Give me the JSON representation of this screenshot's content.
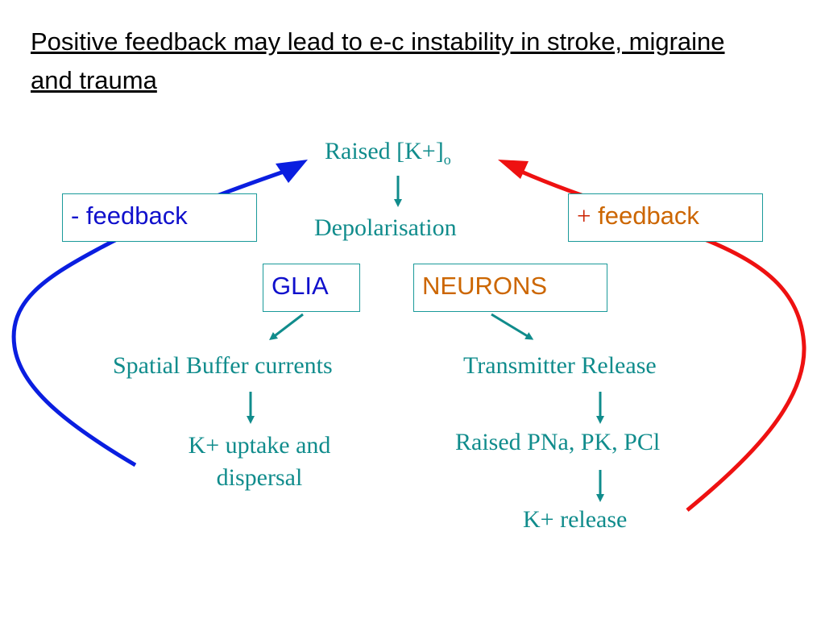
{
  "title": "Positive feedback may lead to e-c instability in stroke, migraine and trauma",
  "nodes": {
    "raised_k": "Raised [K+]",
    "raised_k_sub": "o",
    "depolarisation": "Depolarisation",
    "glia": "GLIA",
    "neurons": "NEURONS",
    "spatial_buffer": "Spatial Buffer currents",
    "k_uptake_line1": "K+ uptake and",
    "k_uptake_line2": "dispersal",
    "transmitter_release": "Transmitter Release",
    "raised_pna": "Raised PNa, PK, PCl",
    "k_release": "K+ release"
  },
  "feedback": {
    "negative": "- feedback",
    "positive_sign": "+",
    "positive_word": "feedback"
  },
  "colors": {
    "teal": "#108c8c",
    "negative_loop": "#0a1ee0",
    "positive_loop": "#ee1111",
    "glia_text": "#1010cc",
    "neurons_text": "#cc6600"
  }
}
